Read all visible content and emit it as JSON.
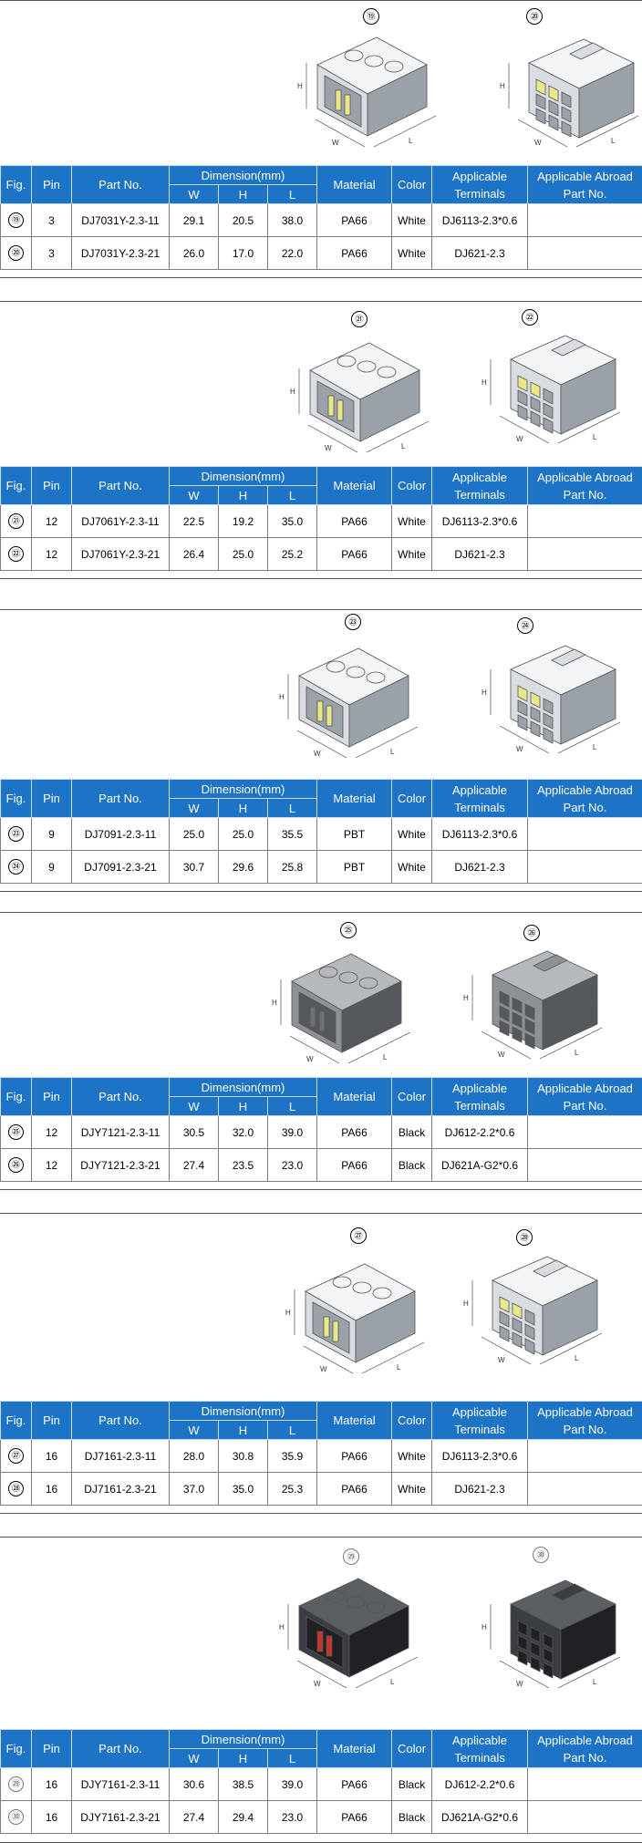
{
  "headers": {
    "fig": "Fig.",
    "pin": "Pin",
    "part_no": "Part No.",
    "dimension": "Dimension(mm)",
    "w": "W",
    "h": "H",
    "l": "L",
    "material": "Material",
    "color": "Color",
    "applicable_terminals": "Applicable Terminals",
    "abroad_part_no": "Applicable Abroad Part No."
  },
  "dimension_labels": {
    "w": "W",
    "h": "H",
    "l": "L"
  },
  "sections": [
    {
      "figs": [
        "⑲",
        "⑳"
      ],
      "rows": [
        {
          "fig": "⑲",
          "pin": "3",
          "part_no": "DJ7031Y-2.3-11",
          "w": "29.1",
          "h": "20.5",
          "l": "38.0",
          "material": "PA66",
          "color": "White",
          "terminals": "DJ6113-2.3*0.6",
          "abroad": ""
        },
        {
          "fig": "⑳",
          "pin": "3",
          "part_no": "DJ7031Y-2.3-21",
          "w": "26.0",
          "h": "17.0",
          "l": "22.0",
          "material": "PA66",
          "color": "White",
          "terminals": "DJ621-2.3",
          "abroad": ""
        }
      ]
    },
    {
      "figs": [
        "㉑",
        "㉒"
      ],
      "rows": [
        {
          "fig": "㉑",
          "pin": "12",
          "part_no": "DJ7061Y-2.3-11",
          "w": "22.5",
          "h": "19.2",
          "l": "35.0",
          "material": "PA66",
          "color": "White",
          "terminals": "DJ6113-2.3*0.6",
          "abroad": ""
        },
        {
          "fig": "㉒",
          "pin": "12",
          "part_no": "DJ7061Y-2.3-21",
          "w": "26.4",
          "h": "25.0",
          "l": "25.2",
          "material": "PA66",
          "color": "White",
          "terminals": "DJ621-2.3",
          "abroad": ""
        }
      ]
    },
    {
      "figs": [
        "㉓",
        "㉔"
      ],
      "rows": [
        {
          "fig": "㉓",
          "pin": "9",
          "part_no": "DJ7091-2.3-11",
          "w": "25.0",
          "h": "25.0",
          "l": "35.5",
          "material": "PBT",
          "color": "White",
          "terminals": "DJ6113-2.3*0.6",
          "abroad": ""
        },
        {
          "fig": "㉔",
          "pin": "9",
          "part_no": "DJ7091-2.3-21",
          "w": "30.7",
          "h": "29.6",
          "l": "25.8",
          "material": "PBT",
          "color": "White",
          "terminals": "DJ621-2.3",
          "abroad": ""
        }
      ]
    },
    {
      "figs": [
        "㉕",
        "㉖"
      ],
      "rows": [
        {
          "fig": "㉕",
          "pin": "12",
          "part_no": "DJY7121-2.3-11",
          "w": "30.5",
          "h": "32.0",
          "l": "39.0",
          "material": "PA66",
          "color": "Black",
          "terminals": "DJ612-2.2*0.6",
          "abroad": ""
        },
        {
          "fig": "㉖",
          "pin": "12",
          "part_no": "DJY7121-2.3-21",
          "w": "27.4",
          "h": "23.5",
          "l": "23.0",
          "material": "PA66",
          "color": "Black",
          "terminals": "DJ621A-G2*0.6",
          "abroad": ""
        }
      ]
    },
    {
      "figs": [
        "㉗",
        "㉘"
      ],
      "rows": [
        {
          "fig": "㉗",
          "pin": "16",
          "part_no": "DJ7161-2.3-11",
          "w": "28.0",
          "h": "30.8",
          "l": "35.9",
          "material": "PA66",
          "color": "White",
          "terminals": "DJ6113-2.3*0.6",
          "abroad": ""
        },
        {
          "fig": "㉘",
          "pin": "16",
          "part_no": "DJ7161-2.3-21",
          "w": "37.0",
          "h": "35.0",
          "l": "25.3",
          "material": "PA66",
          "color": "White",
          "terminals": "DJ621-2.3",
          "abroad": ""
        }
      ]
    },
    {
      "figs": [
        "㉙",
        "㉚"
      ],
      "rows": [
        {
          "fig": "㉙",
          "pin": "16",
          "part_no": "DJY7161-2.3-11",
          "w": "30.6",
          "h": "38.5",
          "l": "39.0",
          "material": "PA66",
          "color": "Black",
          "terminals": "DJ612-2.2*0.6",
          "abroad": ""
        },
        {
          "fig": "㉚",
          "pin": "16",
          "part_no": "DJY7161-2.3-21",
          "w": "27.4",
          "h": "29.4",
          "l": "23.0",
          "material": "PA66",
          "color": "Black",
          "terminals": "DJ621A-G2*0.6",
          "abroad": ""
        }
      ]
    }
  ],
  "colors": {
    "header_bg": "#1d74c6",
    "header_text": "#ffffff",
    "white_housing": "#d9dde1",
    "black_housing": "#3a3d41",
    "grey_housing": "#8d9196",
    "latch_yellow": "#e8e88a",
    "latch_red": "#c8352a"
  }
}
